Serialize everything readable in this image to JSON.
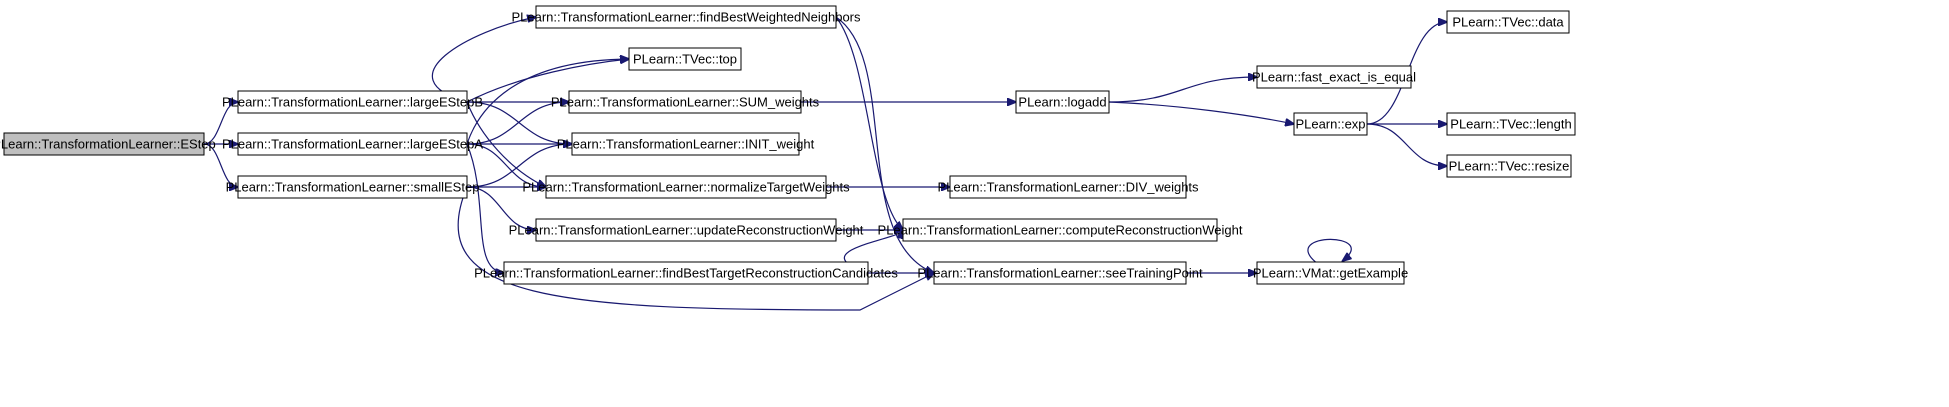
{
  "graph": {
    "colors": {
      "edge": "#191970",
      "root_fill": "#bfbfbf",
      "node_fill": "#ffffff",
      "node_border": "#000000"
    },
    "nodes": [
      {
        "id": "estep",
        "label": "PLearn::TransformationLearner::EStep",
        "root": true
      },
      {
        "id": "largeEStepB",
        "label": "PLearn::TransformationLearner::largeEStepB"
      },
      {
        "id": "largeEStepA",
        "label": "PLearn::TransformationLearner::largeEStepA"
      },
      {
        "id": "smallEStep",
        "label": "PLearn::TransformationLearner::smallEStep"
      },
      {
        "id": "findBestWeightedNeighbors",
        "label": "PLearn::TransformationLearner::findBestWeightedNeighbors"
      },
      {
        "id": "tvecTop",
        "label": "PLearn::TVec::top"
      },
      {
        "id": "sumWeights",
        "label": "PLearn::TransformationLearner::SUM_weights"
      },
      {
        "id": "initWeight",
        "label": "PLearn::TransformationLearner::INIT_weight"
      },
      {
        "id": "normalizeTargetWeights",
        "label": "PLearn::TransformationLearner::normalizeTargetWeights"
      },
      {
        "id": "updateReconstructionWeight",
        "label": "PLearn::TransformationLearner::updateReconstructionWeight"
      },
      {
        "id": "findBestTargetReconstructionCandidates",
        "label": "PLearn::TransformationLearner::findBestTargetReconstructionCandidates"
      },
      {
        "id": "logadd",
        "label": "PLearn::logadd"
      },
      {
        "id": "divWeights",
        "label": "PLearn::TransformationLearner::DIV_weights"
      },
      {
        "id": "computeReconstructionWeight",
        "label": "PLearn::TransformationLearner::computeReconstructionWeight"
      },
      {
        "id": "seeTrainingPoint",
        "label": "PLearn::TransformationLearner::seeTrainingPoint"
      },
      {
        "id": "fastExactIsEqual",
        "label": "PLearn::fast_exact_is_equal"
      },
      {
        "id": "exp",
        "label": "PLearn::exp"
      },
      {
        "id": "vmatGetExample",
        "label": "PLearn::VMat::getExample"
      },
      {
        "id": "tvecData",
        "label": "PLearn::TVec::data"
      },
      {
        "id": "tvecLength",
        "label": "PLearn::TVec::length"
      },
      {
        "id": "tvecResize",
        "label": "PLearn::TVec::resize"
      }
    ],
    "edges": [
      {
        "from": "estep",
        "to": "largeEStepB"
      },
      {
        "from": "estep",
        "to": "largeEStepA"
      },
      {
        "from": "estep",
        "to": "smallEStep"
      },
      {
        "from": "largeEStepB",
        "to": "findBestWeightedNeighbors"
      },
      {
        "from": "largeEStepB",
        "to": "tvecTop"
      },
      {
        "from": "largeEStepB",
        "to": "sumWeights"
      },
      {
        "from": "largeEStepB",
        "to": "initWeight"
      },
      {
        "from": "largeEStepB",
        "to": "normalizeTargetWeights"
      },
      {
        "from": "largeEStepA",
        "to": "tvecTop"
      },
      {
        "from": "largeEStepA",
        "to": "sumWeights"
      },
      {
        "from": "largeEStepA",
        "to": "initWeight"
      },
      {
        "from": "largeEStepA",
        "to": "normalizeTargetWeights"
      },
      {
        "from": "largeEStepA",
        "to": "findBestTargetReconstructionCandidates"
      },
      {
        "from": "smallEStep",
        "to": "initWeight"
      },
      {
        "from": "smallEStep",
        "to": "normalizeTargetWeights"
      },
      {
        "from": "smallEStep",
        "to": "updateReconstructionWeight"
      },
      {
        "from": "smallEStep",
        "to": "seeTrainingPoint"
      },
      {
        "from": "findBestWeightedNeighbors",
        "to": "computeReconstructionWeight"
      },
      {
        "from": "findBestWeightedNeighbors",
        "to": "seeTrainingPoint"
      },
      {
        "from": "sumWeights",
        "to": "logadd"
      },
      {
        "from": "normalizeTargetWeights",
        "to": "divWeights"
      },
      {
        "from": "updateReconstructionWeight",
        "to": "computeReconstructionWeight"
      },
      {
        "from": "findBestTargetReconstructionCandidates",
        "to": "computeReconstructionWeight"
      },
      {
        "from": "findBestTargetReconstructionCandidates",
        "to": "seeTrainingPoint"
      },
      {
        "from": "logadd",
        "to": "fastExactIsEqual"
      },
      {
        "from": "logadd",
        "to": "exp"
      },
      {
        "from": "seeTrainingPoint",
        "to": "vmatGetExample"
      },
      {
        "from": "vmatGetExample",
        "to": "vmatGetExample"
      },
      {
        "from": "exp",
        "to": "tvecData"
      },
      {
        "from": "exp",
        "to": "tvecLength"
      },
      {
        "from": "exp",
        "to": "tvecResize"
      }
    ]
  }
}
